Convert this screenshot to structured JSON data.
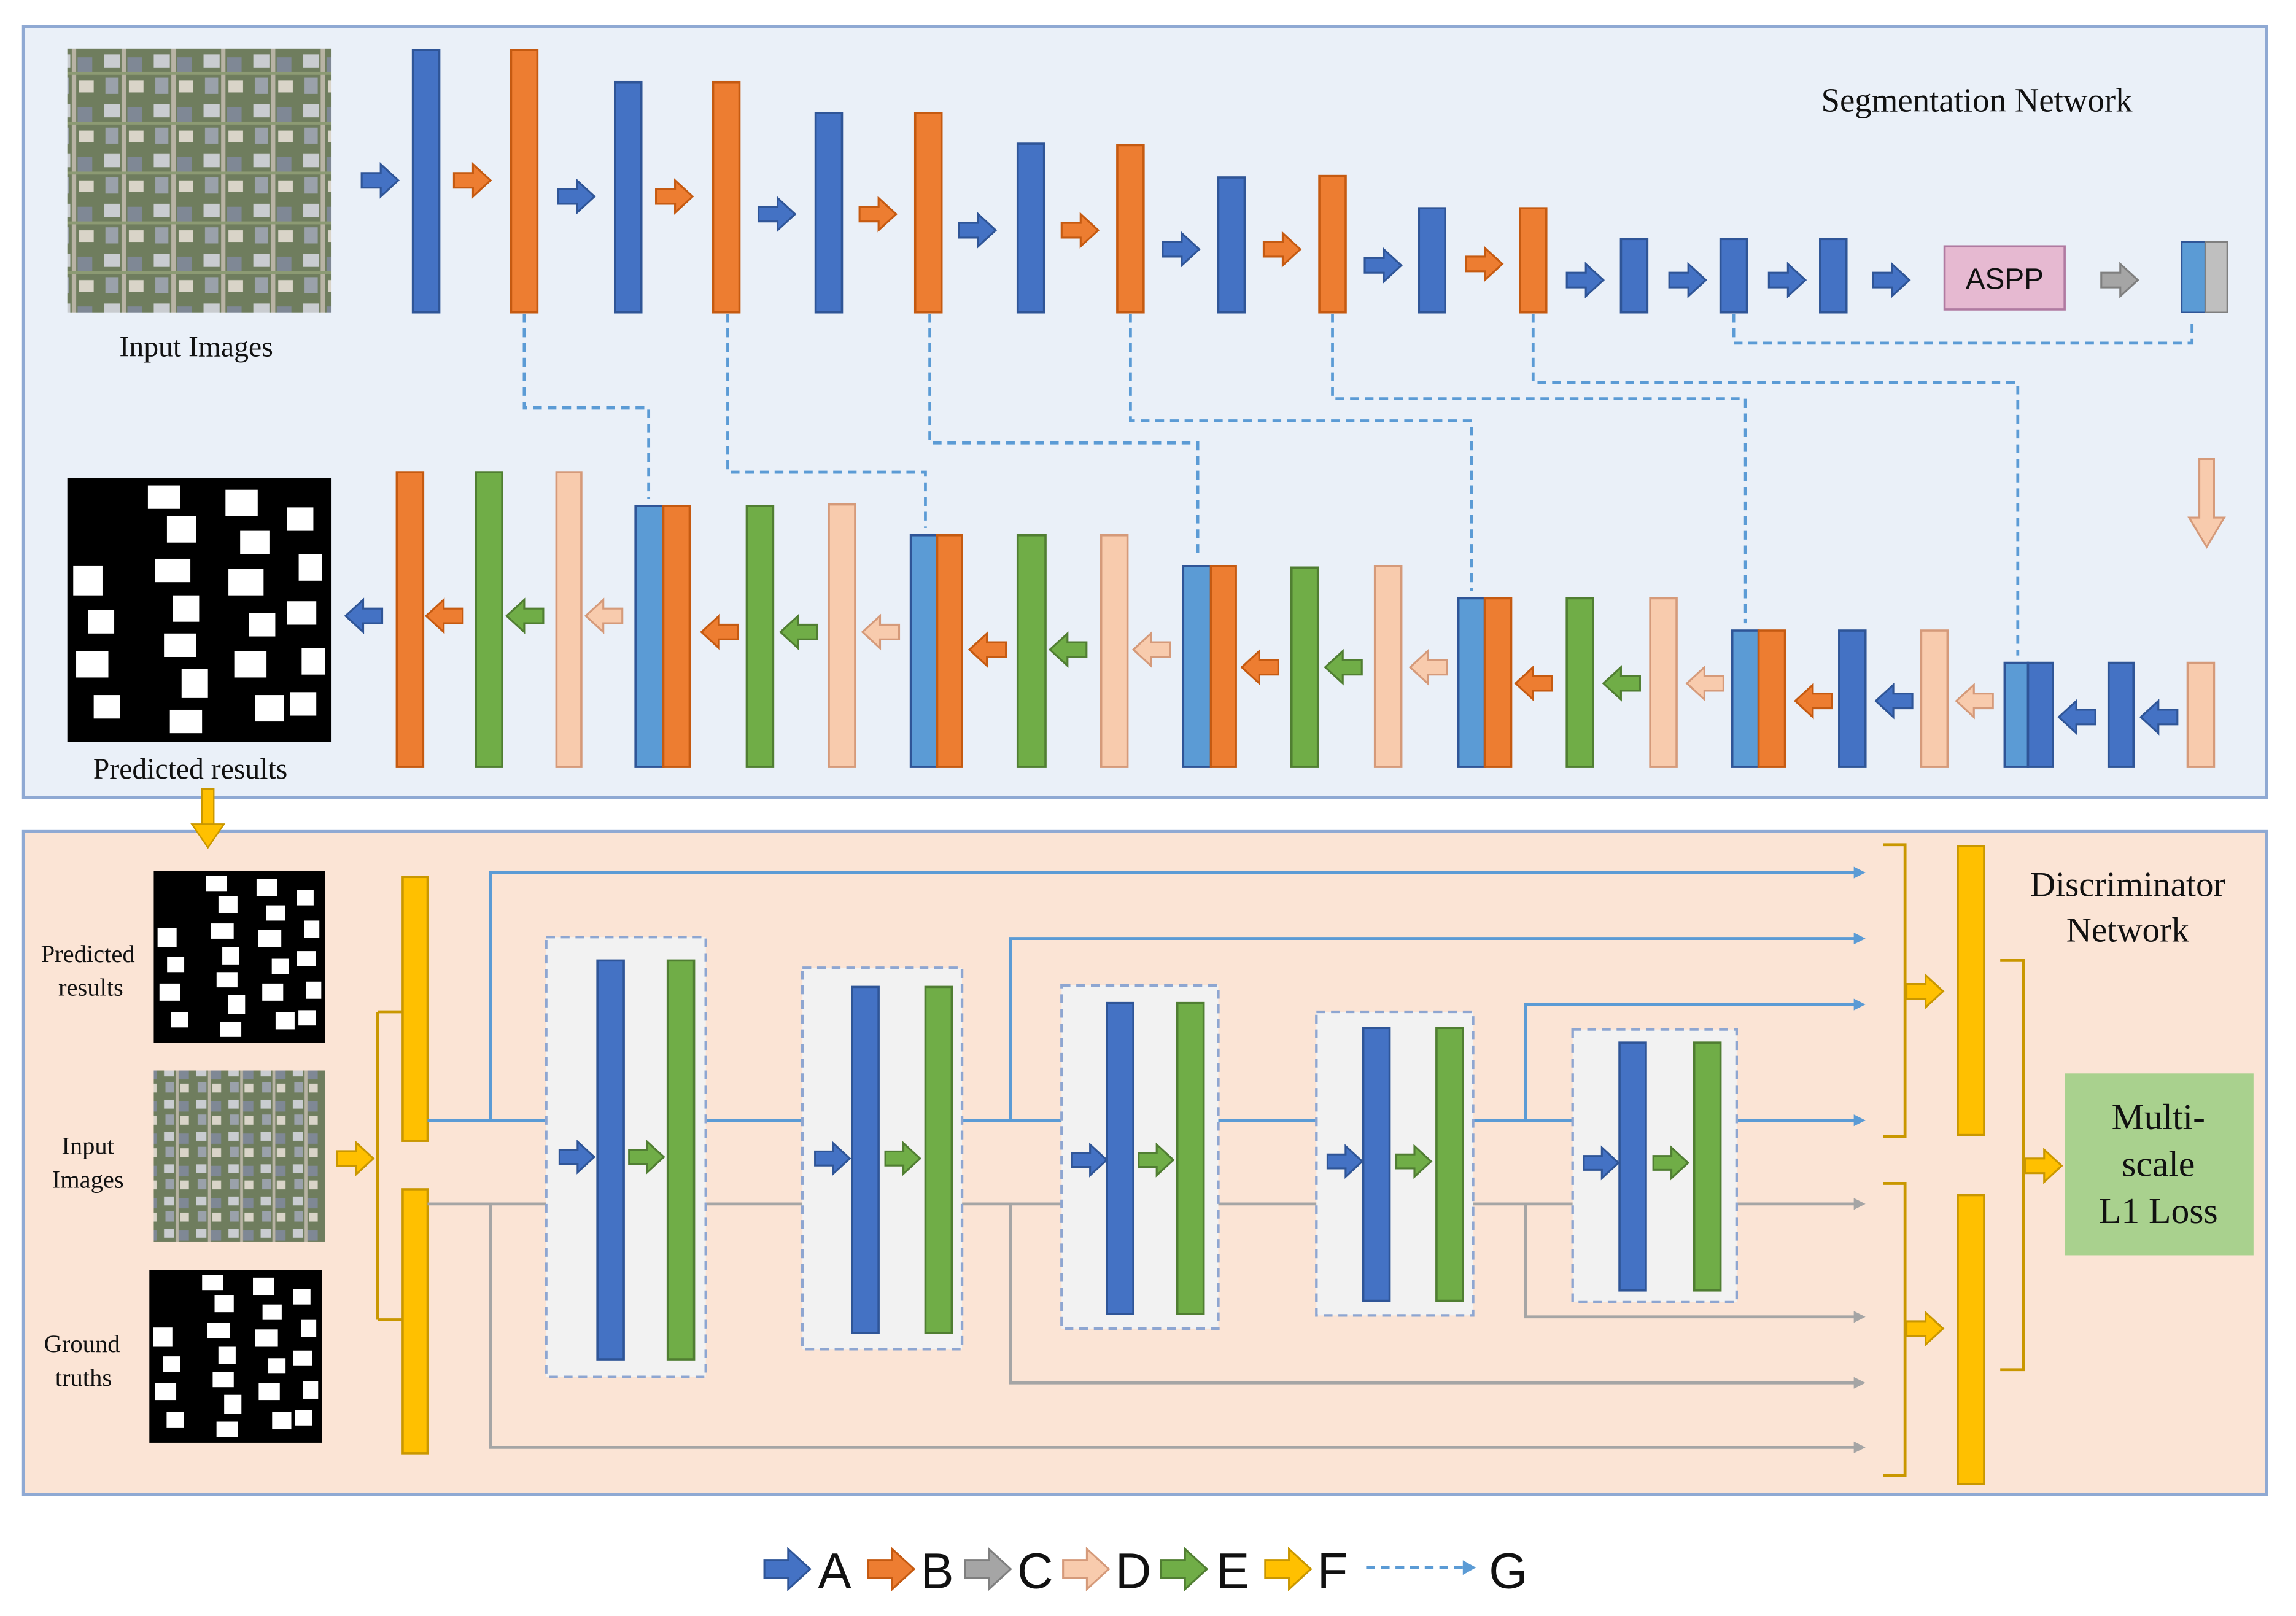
{
  "colors": {
    "blue": "#4472c4",
    "orange": "#ed7d31",
    "gray": "#a5a5a5",
    "peach": "#f8cbad",
    "green": "#70ad47",
    "yellow": "#ffc000",
    "dash_blue": "#5b9bd5",
    "seg_bg": "#eaf0f8",
    "disc_bg": "#fbe4d5",
    "aspp_fill": "#e6b9d1",
    "loss_fill": "#a9d18e"
  },
  "segmentation": {
    "title": "Segmentation Network",
    "input_caption": "Input Images",
    "output_caption": "Predicted results",
    "aspp_label": "ASPP"
  },
  "discriminator": {
    "title_line1": "Discriminator",
    "title_line2": "Network",
    "inputs": [
      {
        "line1": "Predicted",
        "line2": "results"
      },
      {
        "line1": "Input",
        "line2": "Images"
      },
      {
        "line1": "Ground",
        "line2": "truths"
      }
    ],
    "loss_line1": "Multi-",
    "loss_line2": "scale",
    "loss_line3": "L1 Loss"
  },
  "legend": [
    {
      "key": "A",
      "icon": "arrow-blue"
    },
    {
      "key": "B",
      "icon": "arrow-orange"
    },
    {
      "key": "C",
      "icon": "arrow-gray"
    },
    {
      "key": "D",
      "icon": "arrow-peach"
    },
    {
      "key": "E",
      "icon": "arrow-green"
    },
    {
      "key": "F",
      "icon": "arrow-yellow"
    },
    {
      "key": "G",
      "icon": "dashed-line"
    }
  ]
}
